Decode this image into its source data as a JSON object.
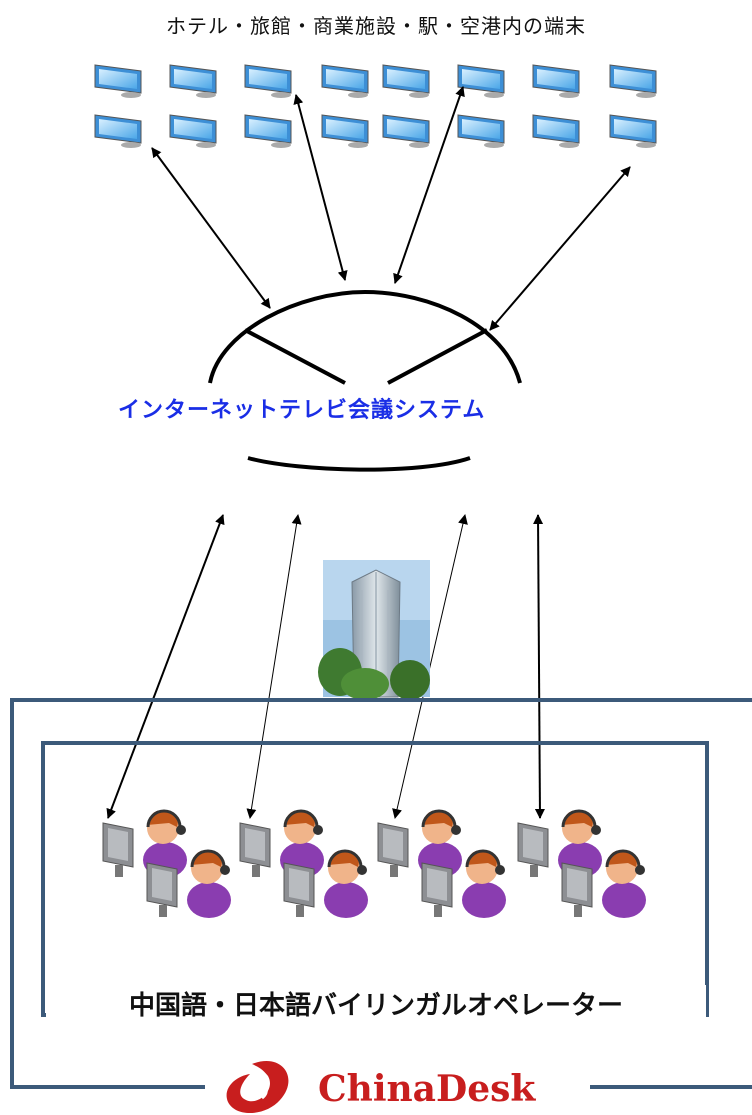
{
  "top_label": "ホテル・旅館・商業施設・駅・空港内の端末",
  "center_label": "インターネットテレビ会議システム",
  "bottom_label": "中国語・日本語バイリンガルオペレーター",
  "logo": {
    "text": "ChinaDesk",
    "icon": "china-desk-logo-icon"
  },
  "colors": {
    "label_blue": "#1a2ee6",
    "frame": "#3c5a7a",
    "logo_red": "#c81e1e",
    "operator": "#8a3db0"
  }
}
